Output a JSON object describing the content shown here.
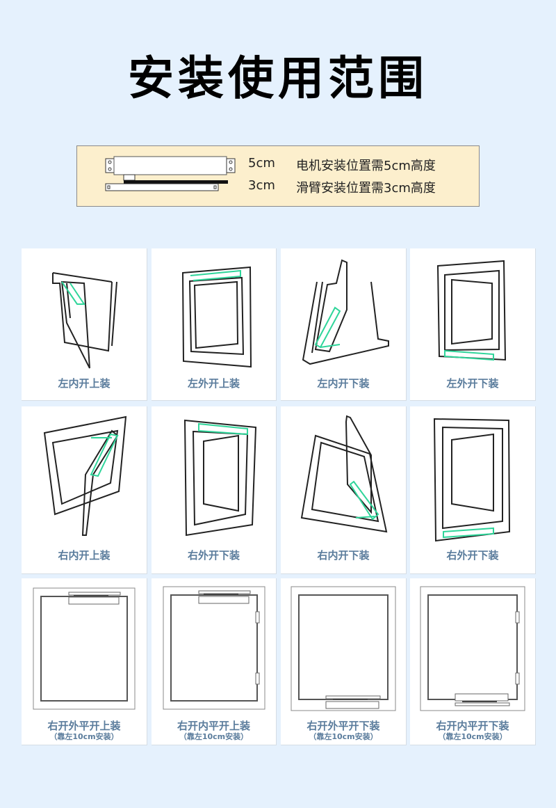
{
  "page": {
    "title": "安装使用范围",
    "background_color": "#e5f1fd",
    "label_color": "#5a7c9c",
    "accent_arm_color": "#2fd59a"
  },
  "spec_box": {
    "background_color": "#fcefcd",
    "rows": [
      {
        "dimension": "5cm",
        "description": "电机安装位置需5cm高度"
      },
      {
        "dimension": "3cm",
        "description": "滑臂安装位置需3cm高度"
      }
    ]
  },
  "grid": {
    "rows": [
      {
        "cards": [
          {
            "label": "左内开上装",
            "icon": "window-left-inward-top-icon"
          },
          {
            "label": "左外开上装",
            "icon": "window-left-outward-top-icon"
          },
          {
            "label": "左内开下装",
            "icon": "window-left-inward-bottom-icon"
          },
          {
            "label": "左外开下装",
            "icon": "window-left-outward-bottom-icon"
          }
        ]
      },
      {
        "cards": [
          {
            "label": "右内开上装",
            "icon": "window-right-inward-top-icon"
          },
          {
            "label": "右外开下装",
            "icon": "window-right-outward-bottom-icon"
          },
          {
            "label": "右内开下装",
            "icon": "window-right-inward-bottom-icon"
          },
          {
            "label": "右外开下装",
            "icon": "window-right-outward-bottom-icon"
          }
        ]
      },
      {
        "cards": [
          {
            "label": "右开外平开上装",
            "sublabel": "（靠左10cm安装）",
            "icon": "flat-window-outward-top-icon"
          },
          {
            "label": "右开内平开上装",
            "sublabel": "（靠左10cm安装）",
            "icon": "flat-window-inward-top-icon"
          },
          {
            "label": "右开外平开下装",
            "sublabel": "（靠左10cm安装）",
            "icon": "flat-window-outward-bottom-icon"
          },
          {
            "label": "右开内平开下装",
            "sublabel": "（靠左10cm安装）",
            "icon": "flat-window-inward-bottom-icon"
          }
        ]
      }
    ]
  }
}
